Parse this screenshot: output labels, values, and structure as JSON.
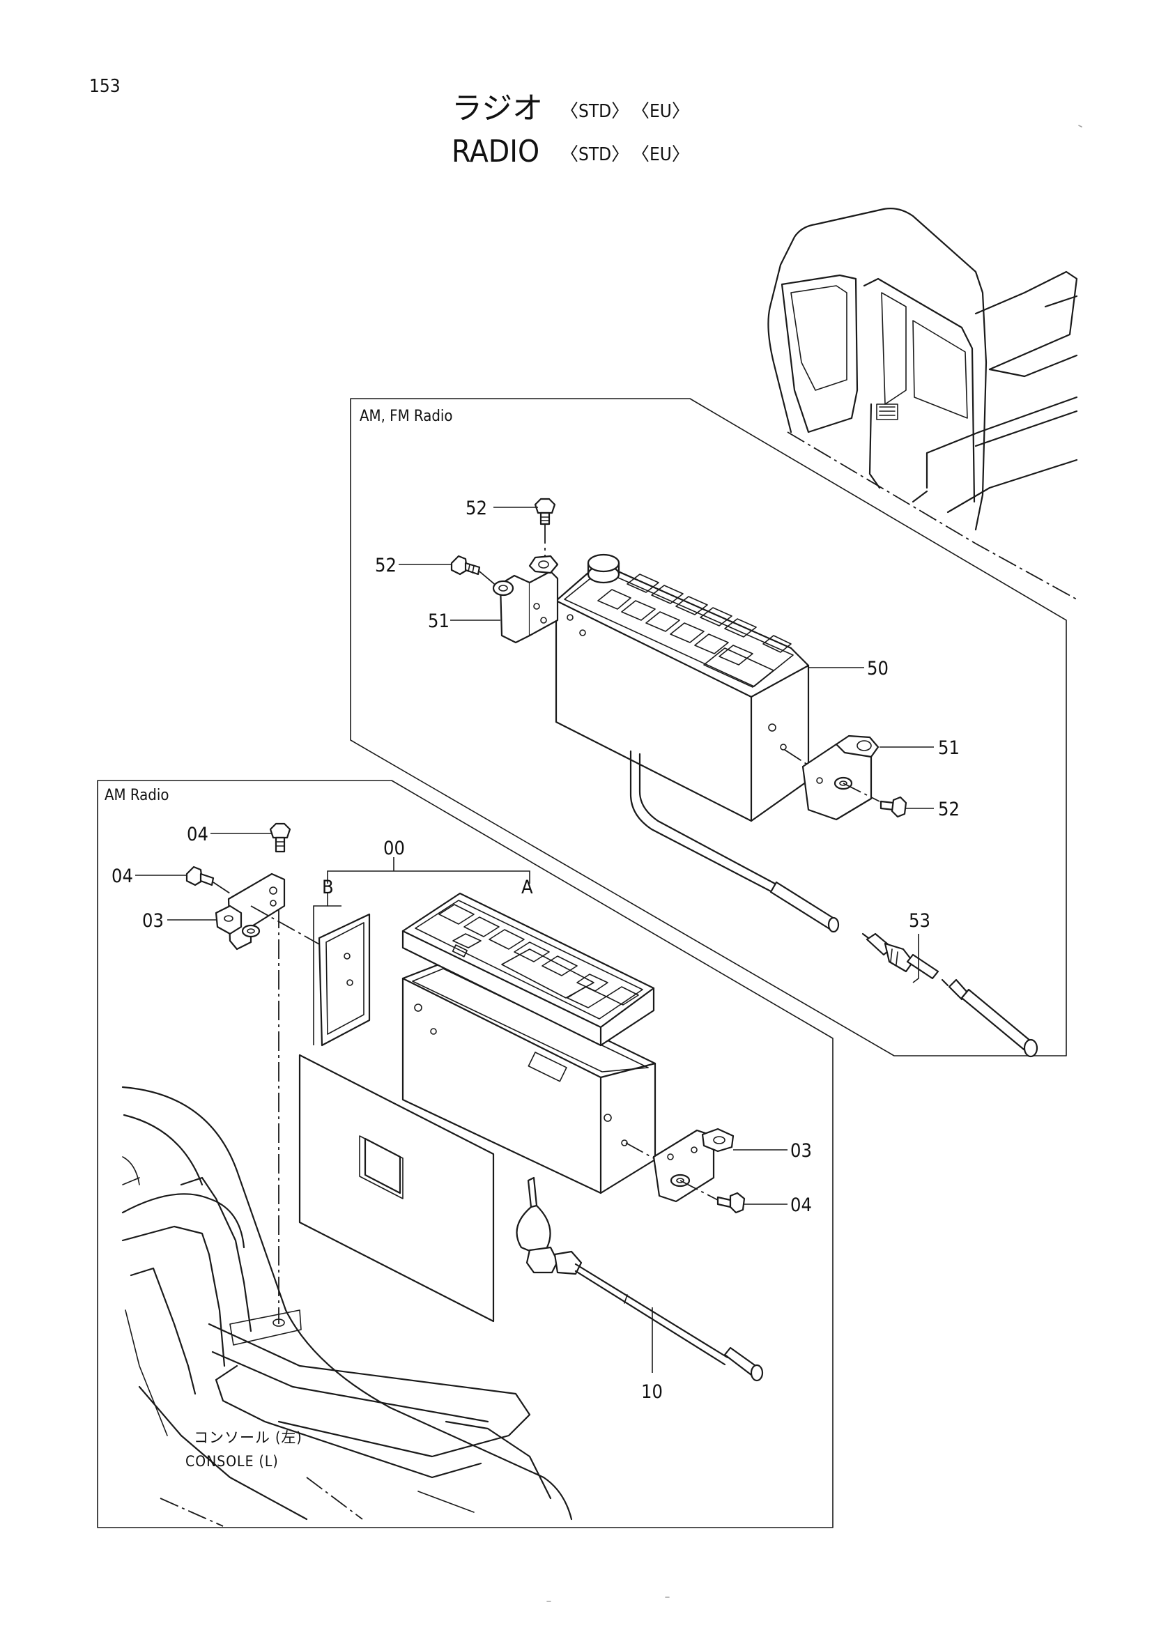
{
  "page": {
    "number": "153",
    "title_jp": "ラジオ",
    "title_en": "RADIO",
    "tag_std": "〈STD〉",
    "tag_eu": "〈EU〉"
  },
  "panels": {
    "am_fm_label": "AM, FM Radio",
    "am_label": "AM Radio"
  },
  "callouts": {
    "p52_top": "52",
    "p52_left": "52",
    "p51_left": "51",
    "p50": "50",
    "p51_right": "51",
    "p52_right": "52",
    "p53": "53",
    "p04_top": "04",
    "p04_left": "04",
    "p03_left": "03",
    "p00": "00",
    "bracket_b": "B",
    "bracket_a": "A",
    "p03_right": "03",
    "p04_right": "04",
    "p10": "10"
  },
  "console": {
    "label_jp": "コンソール (左)",
    "label_en": "CONSOLE (L)"
  }
}
